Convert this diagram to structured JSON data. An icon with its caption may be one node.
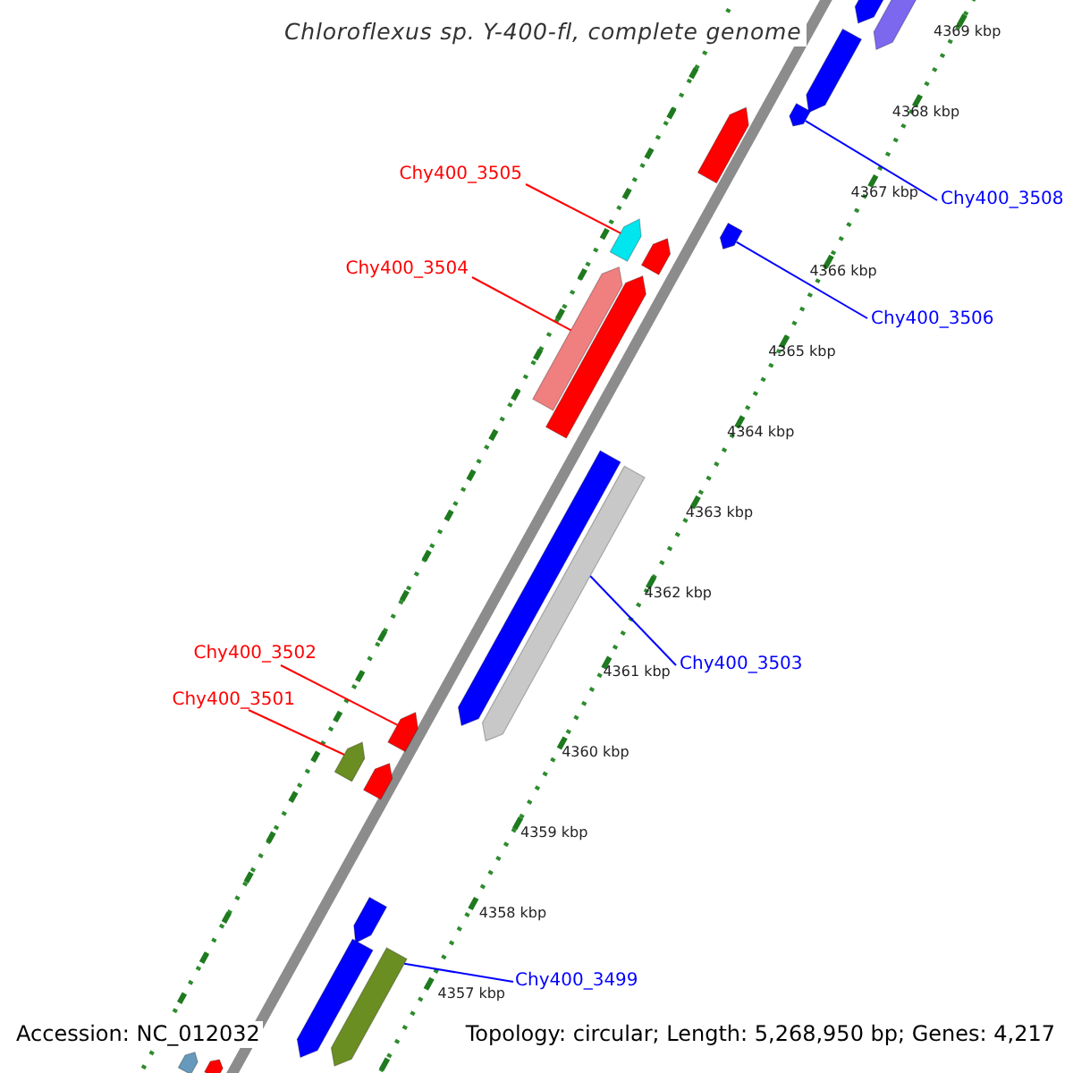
{
  "diagram": {
    "title": "Chloroflexus sp. Y-400-fl, complete genome",
    "nodes": [
      {
        "text": [
          "Chy400_3505"
        ]
      },
      {
        "text": [
          "Chy400_3508"
        ]
      },
      {
        "text": [
          "Chy400_3504"
        ]
      },
      {
        "text": [
          "Chy400_3506"
        ]
      },
      {
        "text": [
          "Chy400_3502"
        ]
      },
      {
        "text": [
          "Chy400_3503"
        ]
      },
      {
        "text": [
          "Chy400_3501"
        ]
      },
      {
        "text": [
          "Chy400_3499"
        ]
      },
      {
        "text": [],
        "shape": "pentagon"
      },
      {
        "text": [],
        "shape": "pentagon"
      },
      {
        "text": [],
        "shape": "pentagon"
      },
      {
        "text": [],
        "shape": "pentagon"
      },
      {
        "text": [],
        "shape": "pentagon"
      },
      {
        "text": [],
        "shape": "pentagon"
      },
      {
        "text": [],
        "shape": "pentagon"
      },
      {
        "text": [],
        "shape": "pentagon"
      },
      {
        "text": [],
        "shape": "pentagon"
      },
      {
        "text": [],
        "shape": "pentagon"
      },
      {
        "text": [],
        "shape": "pentagon"
      },
      {
        "text": [],
        "shape": "pentagon"
      },
      {
        "text": [],
        "shape": "pentagon"
      },
      {
        "text": [],
        "shape": "pentagon"
      },
      {
        "text": [],
        "shape": "pentagon"
      },
      {
        "text": [],
        "shape": "pentagon"
      },
      {
        "text": [],
        "shape": "pentagon"
      },
      {
        "text": [],
        "shape": "pentagon"
      },
      {
        "text": [],
        "shape": "pentagon"
      },
      {
        "text": [],
        "shape": "pentagon"
      }
    ],
    "edges": [
      {
        "from": 0,
        "to": 13,
        "arrow": "none",
        "color": "#ff0000"
      },
      {
        "from": 1,
        "to": 11,
        "arrow": "none",
        "color": "#0000ff"
      },
      {
        "from": 2,
        "to": 17,
        "arrow": "none",
        "color": "#ff0000"
      },
      {
        "from": 3,
        "to": 14,
        "arrow": "none",
        "color": "#0000ff"
      },
      {
        "from": 4,
        "to": 20,
        "arrow": "none",
        "color": "#ff0000"
      },
      {
        "from": 5,
        "to": 19,
        "arrow": "none",
        "color": "#0000ff"
      },
      {
        "from": 6,
        "to": 21,
        "arrow": "none",
        "color": "#ff0000"
      },
      {
        "from": 7,
        "to": 25,
        "arrow": "none",
        "color": "#0000ff"
      }
    ],
    "labels": [
      "4369 kbp",
      "4368 kbp",
      "4367 kbp",
      "4366 kbp",
      "4365 kbp",
      "4364 kbp",
      "4363 kbp",
      "4362 kbp",
      "4361 kbp",
      "4360 kbp",
      "4359 kbp",
      "4358 kbp",
      "4357 kbp",
      "Accession: NC_012032",
      "Topology: circular; Length: 5,268,950 bp; Genes: 4,217"
    ]
  }
}
